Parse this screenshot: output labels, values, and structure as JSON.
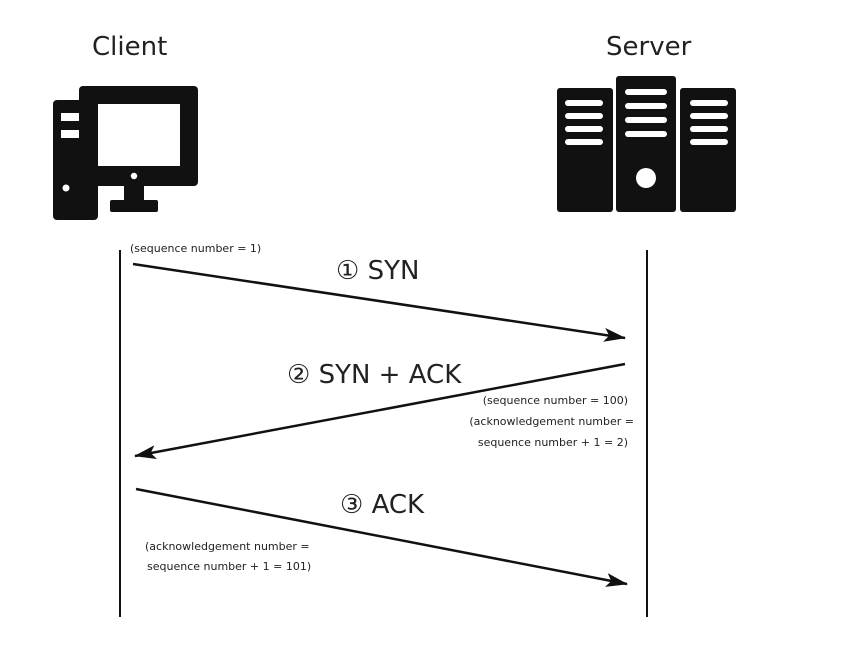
{
  "actors": {
    "client": "Client",
    "server": "Server"
  },
  "icons": {
    "client": "desktop-computer-icon",
    "server": "server-rack-icon"
  },
  "messages": [
    {
      "label": "① SYN",
      "from": "client",
      "to": "server",
      "notes": [
        "(sequence number = 1)"
      ]
    },
    {
      "label": "② SYN + ACK",
      "from": "server",
      "to": "client",
      "notes": [
        "(sequence number = 100)",
        "(acknowledgement number =",
        "sequence number + 1 = 2)"
      ]
    },
    {
      "label": "③ ACK",
      "from": "client",
      "to": "server",
      "notes": [
        "(acknowledgement number =",
        "sequence number + 1 = 101)"
      ]
    }
  ],
  "colors": {
    "ink": "#111111",
    "background": "#ffffff"
  }
}
